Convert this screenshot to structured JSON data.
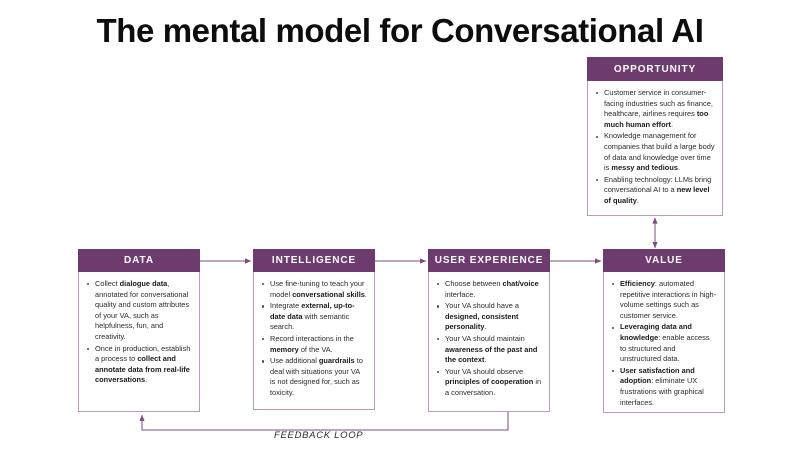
{
  "title": "The mental model for Conversational AI",
  "colors": {
    "header_purple": "#6e3b6e",
    "border_mauve": "#b79cb7",
    "connector": "#7a4d7a",
    "body_text": "#2b2b2b",
    "background": "#ffffff"
  },
  "opportunity": {
    "header": "OPPORTUNITY",
    "bullets": [
      "Customer service in consumer-facing industries such as finance, healthcare, airlines requires <b>too much human effort</b>.",
      "Knowledge management for companies that build a large body of data and knowledge over time is <b>messy and tedious</b>.",
      "Enabling technology: LLMs bring conversational AI to a <b>new level of quality</b>."
    ]
  },
  "data": {
    "header": "DATA",
    "bullets": [
      "Collect <b>dialogue data</b>, annotated for conversational quality and custom attributes of your VA, such as helpfulness, fun, and creativity.",
      "Once in production, establish a process to <b>collect and annotate data from real-life conversations</b>."
    ]
  },
  "intelligence": {
    "header": "INTELLIGENCE",
    "bullets": [
      "Use fine-tuning to teach your model <b>conversational skills</b>.",
      "Integrate <b>external, up-to-date data</b> with semantic search.",
      "Record interactions in the <b>memory</b> of the VA.",
      "Use additional <b>guardrails</b> to deal with situations your VA is not designed for, such as toxicity."
    ]
  },
  "user_experience": {
    "header": "USER EXPERIENCE",
    "bullets": [
      "Choose between <b>chat/voice</b> interface.",
      "Your VA should have a <b>designed, consistent personality</b>.",
      "Your VA should maintain <b>awareness of the past and the context</b>.",
      "Your VA should observe <b>principles of cooperation</b> in a conversation."
    ]
  },
  "value": {
    "header": "VALUE",
    "bullets": [
      "<b>Efficiency</b>: automated repetitive interactions in high-volume settings such as customer service.",
      "<b>Leveraging data and knowledge</b>: enable access to structured and unstructured data.",
      "<b>User satisfaction and adoption</b>: eliminate UX frustrations with graphical interfaces."
    ]
  },
  "feedback_loop": {
    "label": "FEEDBACK LOOP"
  }
}
